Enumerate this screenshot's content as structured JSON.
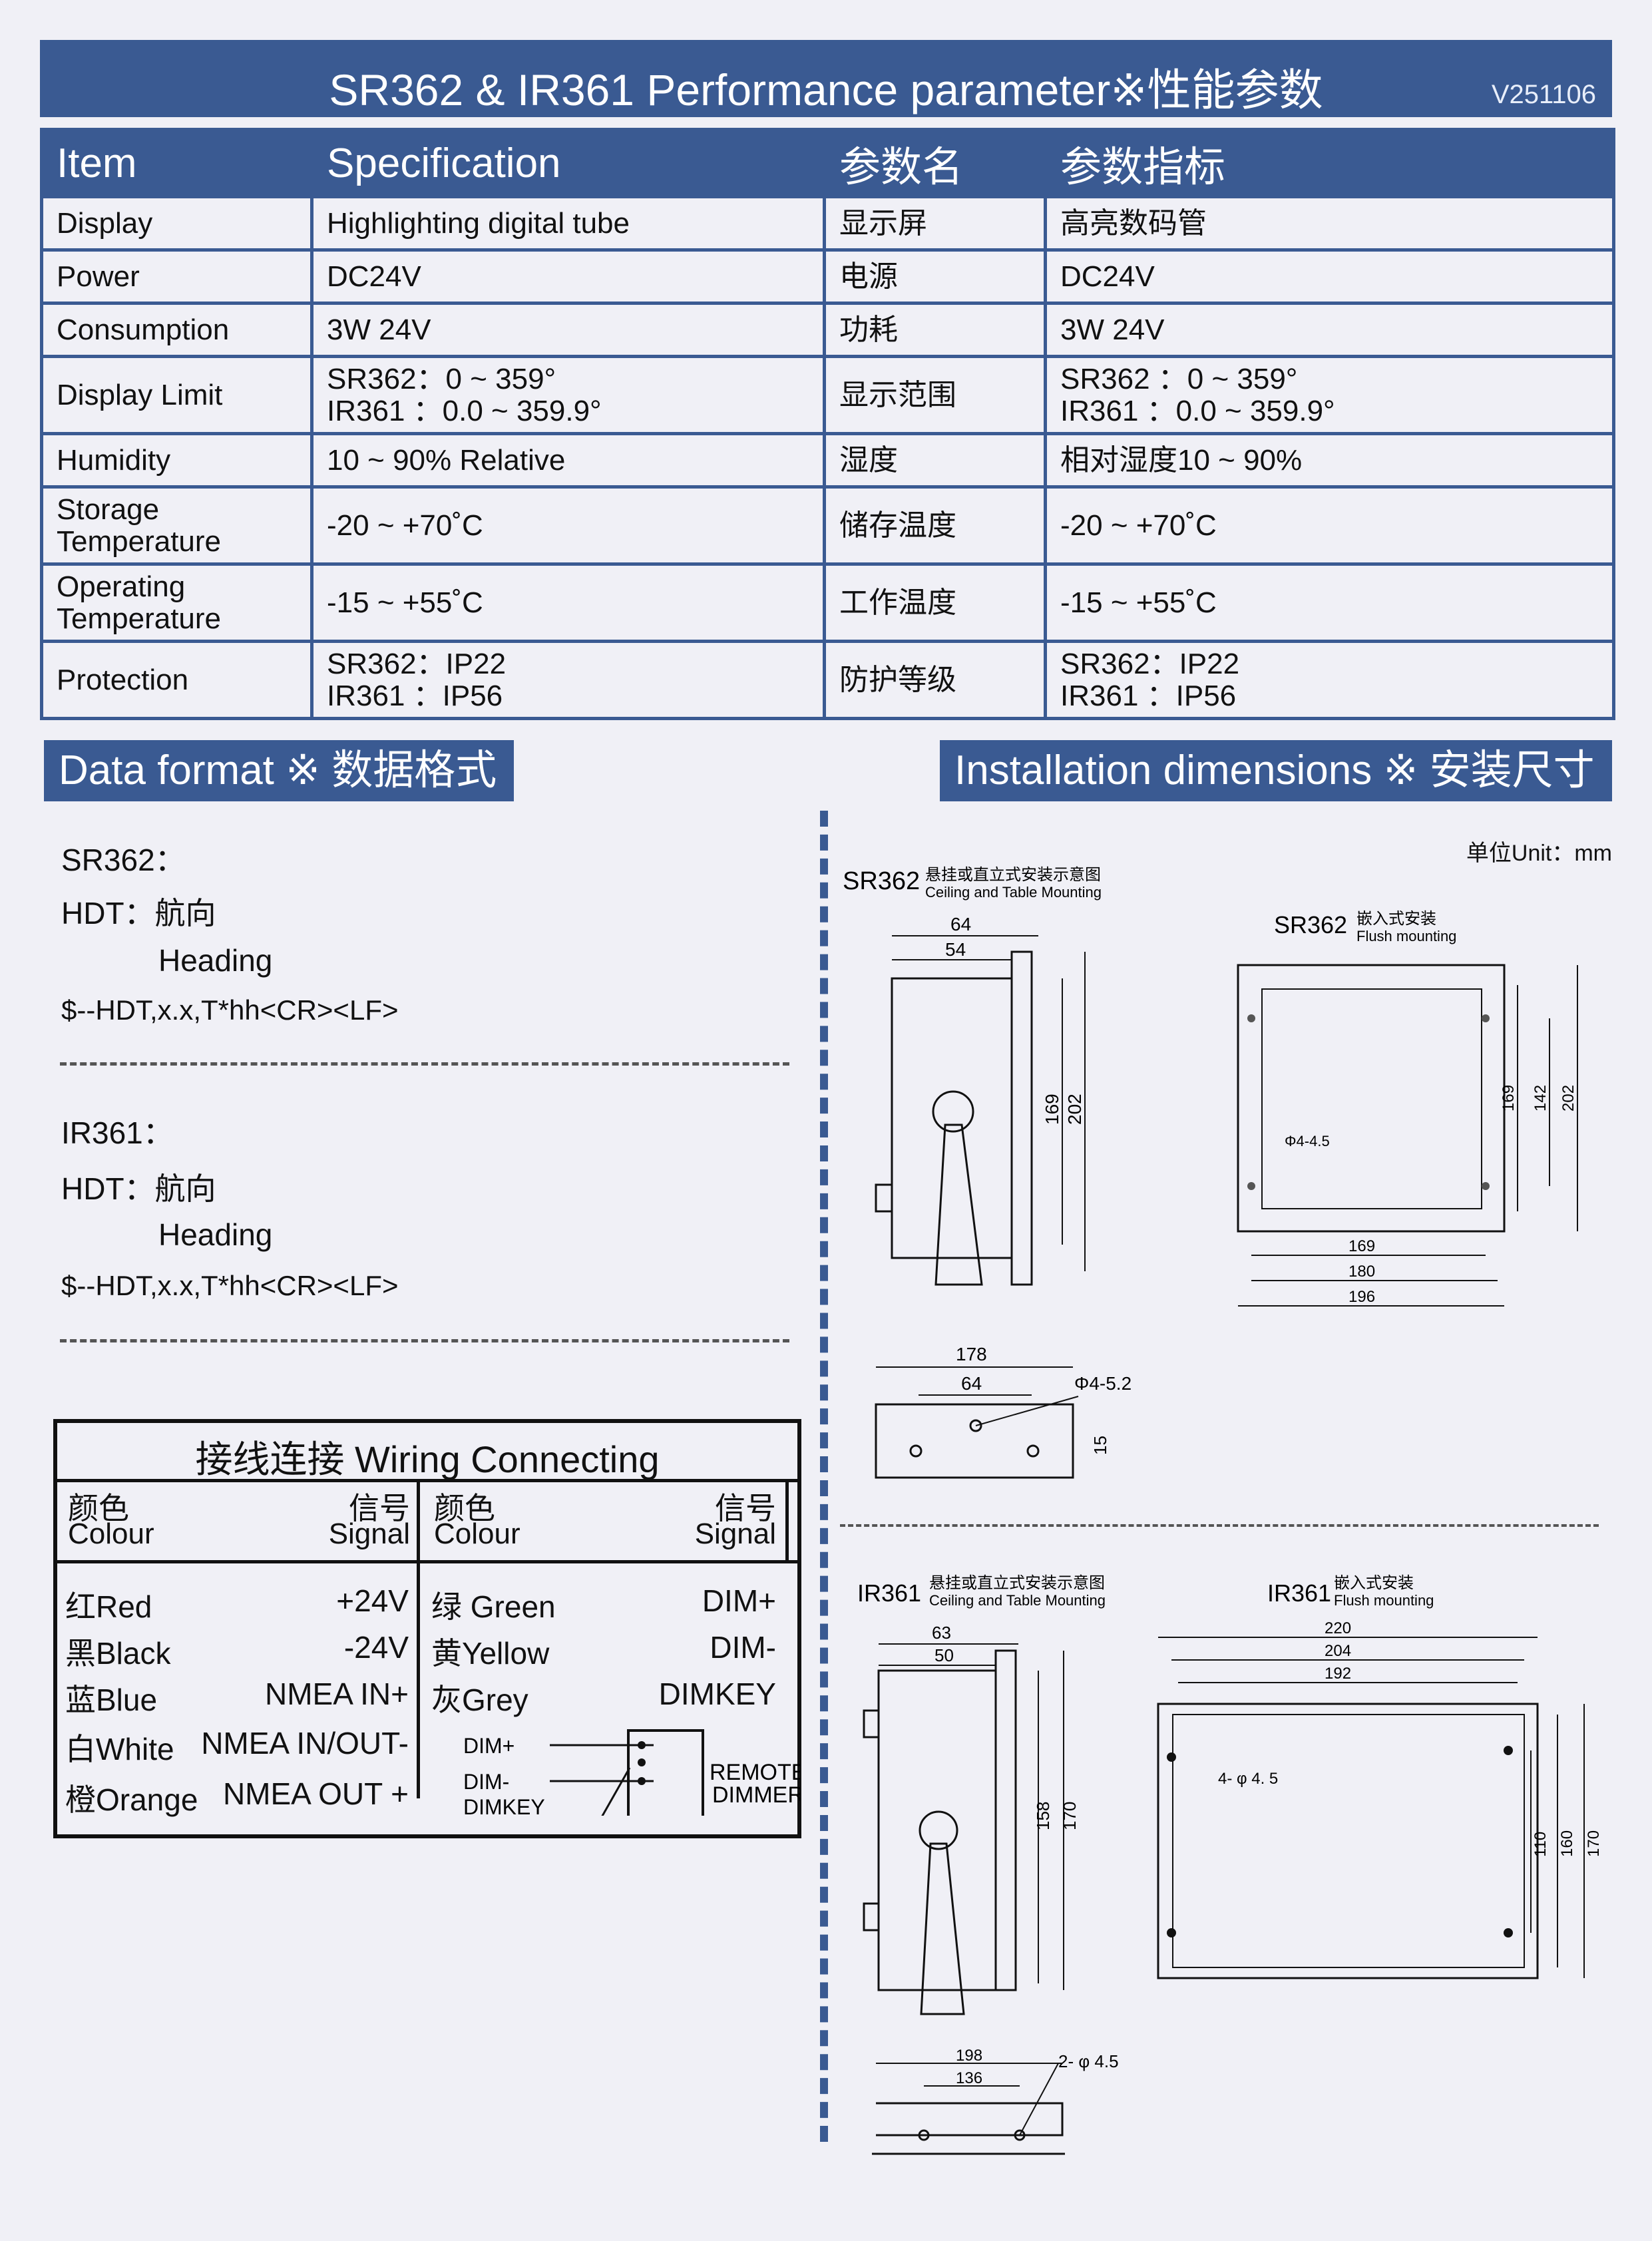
{
  "header": {
    "title": "SR362 & IR361 Performance parameter※性能参数",
    "version": "V251106"
  },
  "spec_table": {
    "columns": [
      "Item",
      "Specification",
      "参数名",
      "参数指标"
    ],
    "rows": [
      {
        "item": [
          "Display"
        ],
        "spec": [
          "Highlighting digital tube"
        ],
        "name_cn": "显示屏",
        "spec_cn": [
          "高亮数码管"
        ]
      },
      {
        "item": [
          "Power"
        ],
        "spec": [
          "DC24V"
        ],
        "name_cn": "电源",
        "spec_cn": [
          "DC24V"
        ]
      },
      {
        "item": [
          "Consumption"
        ],
        "spec": [
          "3W 24V"
        ],
        "name_cn": "功耗",
        "spec_cn": [
          "3W 24V"
        ]
      },
      {
        "item": [
          "Display Limit"
        ],
        "spec": [
          "SR362：0 ~ 359°",
          "IR361 ：0.0 ~ 359.9°"
        ],
        "name_cn": "显示范围",
        "spec_cn": [
          "SR362 ：0 ~ 359°",
          "IR361 ：0.0 ~ 359.9°"
        ]
      },
      {
        "item": [
          "Humidity"
        ],
        "spec": [
          "10 ~ 90% Relative"
        ],
        "name_cn": "湿度",
        "spec_cn": [
          "相对湿度10 ~ 90%"
        ]
      },
      {
        "item": [
          "Storage",
          "Temperature"
        ],
        "spec": [
          "-20 ~ +70˚C"
        ],
        "name_cn": "储存温度",
        "spec_cn": [
          "-20 ~ +70˚C"
        ]
      },
      {
        "item": [
          "Operating",
          "Temperature"
        ],
        "spec": [
          "-15 ~ +55˚C"
        ],
        "name_cn": "工作温度",
        "spec_cn": [
          "-15 ~ +55˚C"
        ]
      },
      {
        "item": [
          "Protection"
        ],
        "spec": [
          "SR362：IP22",
          "IR361 ：IP56"
        ],
        "name_cn": "防护等级",
        "spec_cn": [
          "SR362：IP22",
          "IR361 ：IP56"
        ]
      }
    ]
  },
  "data_format": {
    "heading": "Data format ※ 数据格式",
    "blocks": [
      {
        "device": "SR362：",
        "hdt": "HDT：航向",
        "heading": "Heading",
        "sentence": "$--HDT,x.x,T*hh<CR><LF>"
      },
      {
        "device": "IR361：",
        "hdt": "HDT：航向",
        "heading": "Heading",
        "sentence": "$--HDT,x.x,T*hh<CR><LF>"
      }
    ]
  },
  "wiring": {
    "title": "接线连接  Wiring Connecting",
    "col_colour_cn": "颜色",
    "col_colour_en": "Colour",
    "col_signal_cn": "信号",
    "col_signal_en": "Signal",
    "left": [
      {
        "colour": "红Red",
        "signal": "+24V"
      },
      {
        "colour": "黑Black",
        "signal": "-24V"
      },
      {
        "colour": "蓝Blue",
        "signal": "NMEA IN+"
      },
      {
        "colour": "白White",
        "signal": "NMEA IN/OUT-"
      },
      {
        "colour": "橙Orange",
        "signal": "NMEA OUT +"
      }
    ],
    "right": [
      {
        "colour": "绿 Green",
        "signal": "DIM+"
      },
      {
        "colour": "黄Yellow",
        "signal": "DIM-"
      },
      {
        "colour": "灰Grey",
        "signal": "DIMKEY"
      }
    ],
    "dimmer_pins": [
      "DIM+",
      "DIM-",
      "DIMKEY"
    ],
    "dimmer_label": [
      "REMOTE",
      "DIMMER"
    ]
  },
  "installation": {
    "heading": "Installation dimensions ※ 安装尺寸",
    "unit": "单位Unit：mm",
    "sr362_side": {
      "model": "SR362",
      "title_cn": "悬挂或直立式安装示意图",
      "title_en": "Ceiling and Table Mounting",
      "dims": [
        "64",
        "54",
        "169",
        "202"
      ]
    },
    "sr362_flush": {
      "model": "SR362",
      "title_cn": "嵌入式安装",
      "title_en": "Flush mounting",
      "dims": [
        "169",
        "142",
        "202",
        "Φ4-4.5",
        "169",
        "180",
        "196"
      ]
    },
    "sr362_base": {
      "dims": [
        "178",
        "64",
        "Φ4-5.2",
        "15"
      ]
    },
    "ir361_side": {
      "model": "IR361",
      "title_cn": "悬挂或直立式安装示意图",
      "title_en": "Ceiling and Table Mounting",
      "dims": [
        "63",
        "50",
        "158",
        "170"
      ]
    },
    "ir361_flush": {
      "model": "IR361",
      "title_cn": "嵌入式安装",
      "title_en": "Flush mounting",
      "dims": [
        "220",
        "204",
        "192",
        "4- φ 4. 5",
        "110",
        "160",
        "170"
      ]
    },
    "ir361_base": {
      "dims": [
        "198",
        "136",
        "2- φ 4.5"
      ]
    }
  },
  "colors": {
    "brand_blue": "#3a5a92",
    "background": "#f0f0f6"
  }
}
